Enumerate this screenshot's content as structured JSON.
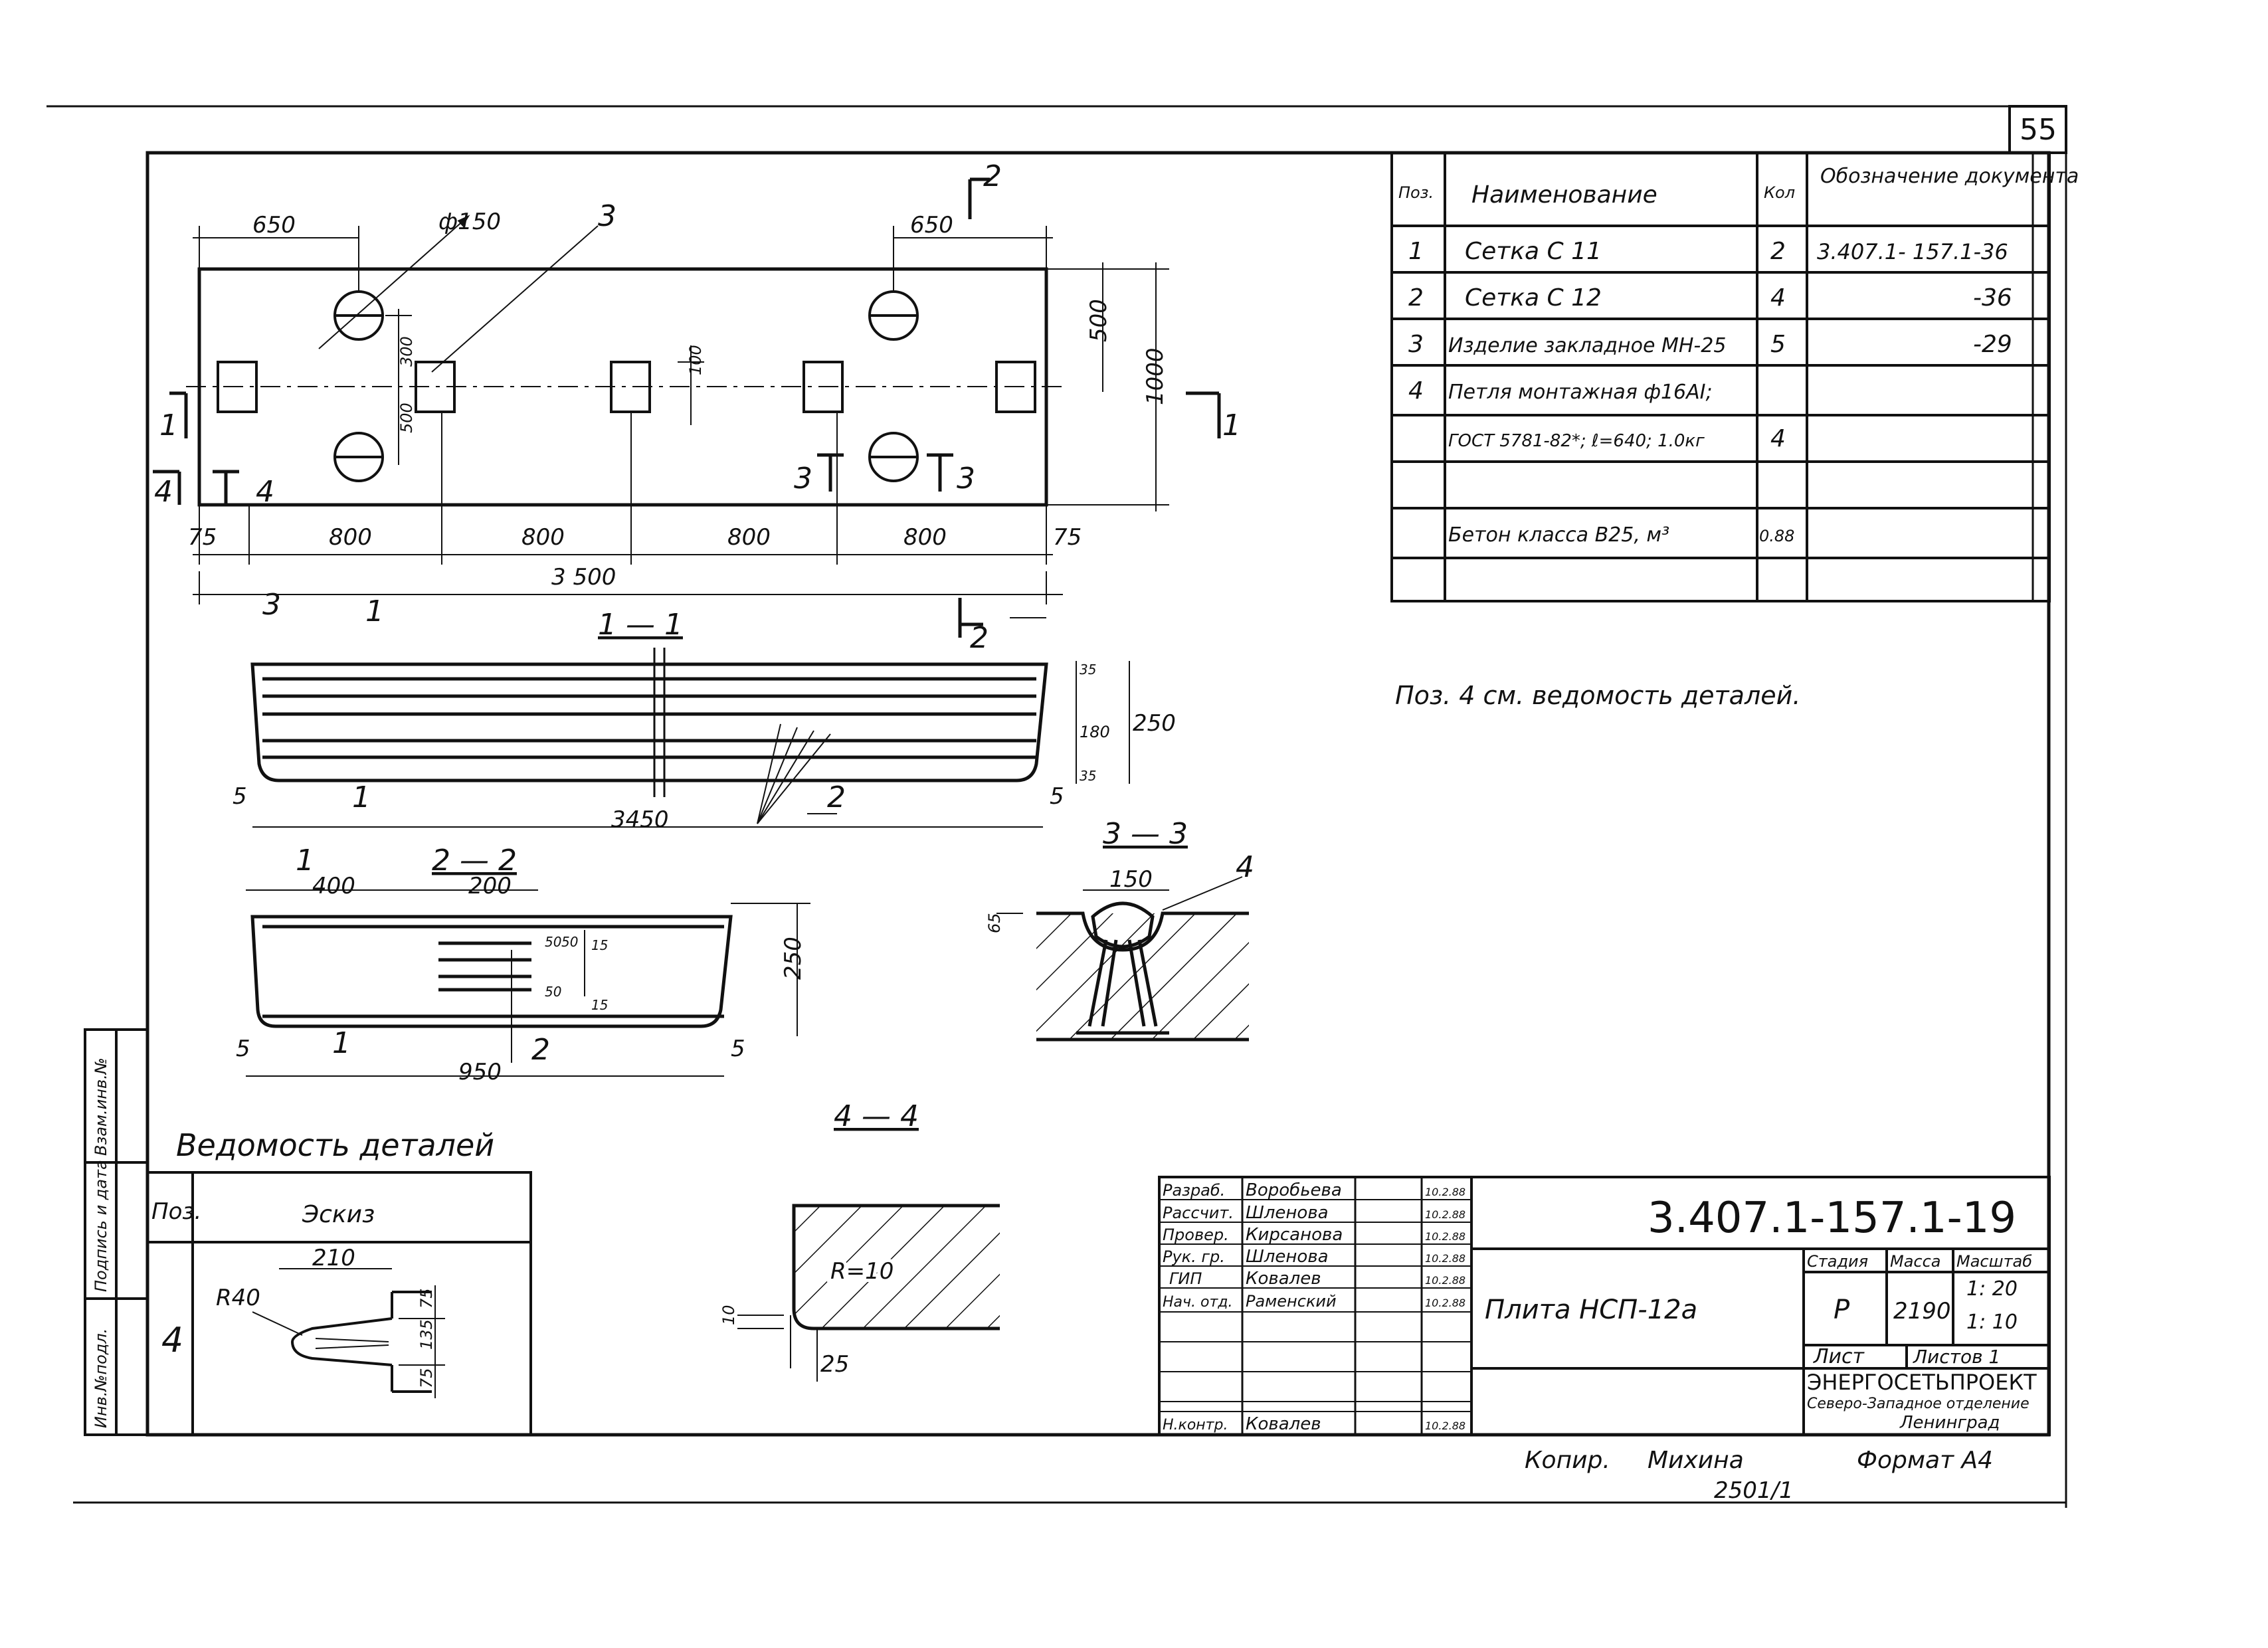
{
  "sheet": {
    "page_number": "55",
    "copy_label": "Копир.",
    "copier": "Михина",
    "format": "Формат А4",
    "order_no": "2501/1"
  },
  "plan": {
    "dim_650_left": "650",
    "dim_650_right": "650",
    "dim_phi150": "ф150",
    "pos_3": "3",
    "dim_300": "300",
    "dim_500_v": "500",
    "dim_100": "100",
    "dim_500_right": "500",
    "dim_1000": "1000",
    "spans": [
      "800",
      "800",
      "800",
      "800"
    ],
    "dim_75_left": "75",
    "dim_75_right": "75",
    "dim_total": "3 500",
    "cut_1": "1",
    "cut_2": "2",
    "cut_3": "3",
    "cut_4": "4"
  },
  "section_11": {
    "title": "1 — 1",
    "pos_3": "3",
    "pos_1_top": "1",
    "pos_1_bot": "1",
    "pos_2": "2",
    "cut_2": "2",
    "dim_35_top": "35",
    "dim_180": "180",
    "dim_250": "250",
    "dim_35_bot": "35",
    "dim_5_left": "5",
    "dim_5_right": "5",
    "dim_length": "3450"
  },
  "section_22": {
    "title": "2 — 2",
    "pos_1_top": "1",
    "dim_400": "400",
    "dim_200": "200",
    "dim_50a": "50",
    "dim_50b": "50",
    "dim_50c": "50",
    "dim_15a": "15",
    "dim_15b": "15",
    "dim_250": "250",
    "dim_5_left": "5",
    "dim_5_right": "5",
    "pos_1_bot": "1",
    "pos_2": "2",
    "dim_950": "950"
  },
  "section_33": {
    "title": "3 — 3",
    "pos_4": "4",
    "dim_150": "150",
    "dim_65": "65"
  },
  "section_44": {
    "title": "4 — 4",
    "dim_r10": "R=10",
    "dim_10": "10",
    "dim_25": "25"
  },
  "spec_table": {
    "headers": {
      "pos": "Поз.",
      "name": "Наименование",
      "qty": "Кол",
      "doc": "Обозначение документа"
    },
    "rows": [
      {
        "pos": "1",
        "name": "Сетка   С 11",
        "qty": "2",
        "doc": "3.407.1- 157.1-36"
      },
      {
        "pos": "2",
        "name": "Сетка   С 12",
        "qty": "4",
        "doc": "-36"
      },
      {
        "pos": "3",
        "name": "Изделие закладное МН-25",
        "qty": "5",
        "doc": "-29"
      },
      {
        "pos": "4",
        "name": "Петля монтажная ф16АI;",
        "qty": "",
        "doc": ""
      },
      {
        "pos": "",
        "name": "ГОСТ 5781-82*; ℓ=640; 1.0кг",
        "qty": "4",
        "doc": ""
      },
      {
        "pos": "",
        "name": "",
        "qty": "",
        "doc": ""
      },
      {
        "pos": "",
        "name": "Бетон  класса  В25, м³",
        "qty": "0.88",
        "doc": ""
      },
      {
        "pos": "",
        "name": "",
        "qty": "",
        "doc": ""
      }
    ]
  },
  "note": "Поз. 4 см. ведомость деталей.",
  "details": {
    "title": "Ведомость деталей",
    "header_pos": "Поз.",
    "header_sketch": "Эскиз",
    "row_pos": "4",
    "dim_210": "210",
    "dim_r40": "R40",
    "dim_75_top": "75",
    "dim_135": "135",
    "dim_75_bot": "75"
  },
  "side_strip": [
    "Взам.инв.№",
    "Подпись и дата",
    "Инв.№подл."
  ],
  "title_block": {
    "doc_code": "3.407.1-157.1-19",
    "drawing_name": "Плита  НСП-12а",
    "stage_label": "Стадия",
    "mass_label": "Масса",
    "scale_label": "Масштаб",
    "stage": "Р",
    "mass": "2190",
    "scale_1": "1: 20",
    "scale_2": "1: 10",
    "sheet_label": "Лист",
    "sheets_label": "Листов 1",
    "org_1": "ЭНЕРГОСЕТЬПРОЕКТ",
    "org_2": "Северо-Западное отделение",
    "org_3": "Ленинград",
    "signatures": [
      {
        "role": "Разраб.",
        "name": "Воробьева",
        "date": "10.2.88"
      },
      {
        "role": "Рассчит.",
        "name": "Шленова",
        "date": "10.2.88"
      },
      {
        "role": "Провер.",
        "name": "Кирсанова",
        "date": "10.2.88"
      },
      {
        "role": "Рук. гр.",
        "name": "Шленова",
        "date": "10.2.88"
      },
      {
        "role": "ГИП",
        "name": "Ковалев",
        "date": "10.2.88"
      },
      {
        "role": "Нач. отд.",
        "name": "Раменский",
        "date": "10.2.88"
      }
    ],
    "n_control": {
      "role": "Н.контр.",
      "name": "Ковалев",
      "date": "10.2.88"
    }
  }
}
